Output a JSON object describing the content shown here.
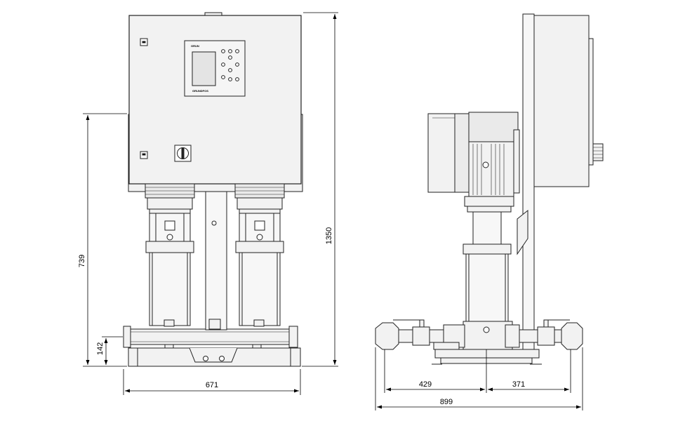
{
  "dimensions": {
    "front_width": "671",
    "front_height_total": "1350",
    "front_height_mid": "739",
    "front_height_base": "142",
    "side_left": "429",
    "side_right": "371",
    "side_total": "899"
  },
  "panel": {
    "logo_top": "GRUN",
    "logo_bottom": "GRUNDFOS"
  },
  "colors": {
    "line": "#222222",
    "fill": "#f2f2f2",
    "screen": "#e4e4e4"
  }
}
